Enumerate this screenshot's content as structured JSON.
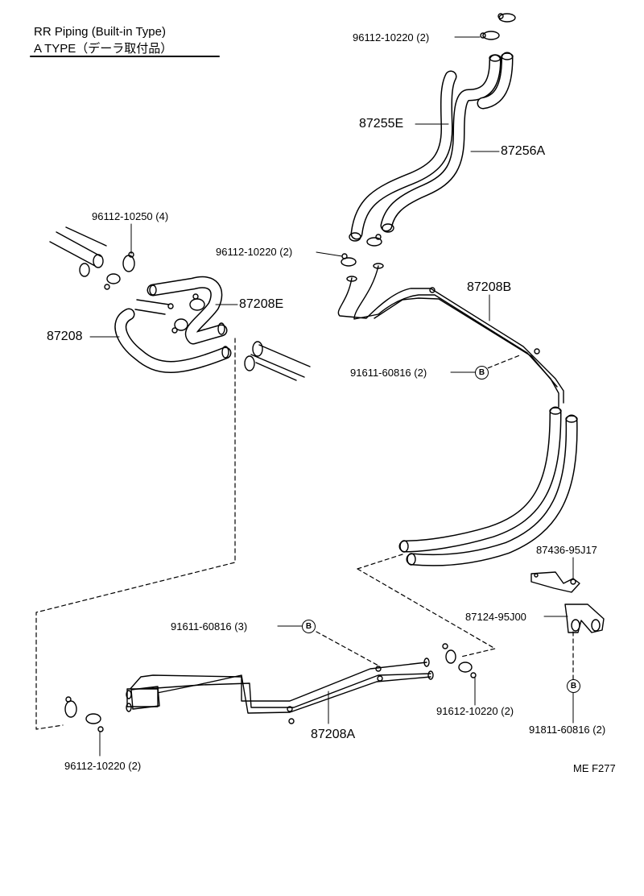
{
  "title": {
    "line1": "RR  Piping (Built-in Type)",
    "line2": "A  TYPE（デーラ取付品）"
  },
  "callouts": [
    {
      "id": "c1",
      "text": "96112-10220 (2)"
    },
    {
      "id": "c2",
      "text": "87255E"
    },
    {
      "id": "c3",
      "text": "87256A"
    },
    {
      "id": "c4",
      "text": "96112-10250 (4)"
    },
    {
      "id": "c5",
      "text": "96112-10220 (2)"
    },
    {
      "id": "c6",
      "text": "87208B"
    },
    {
      "id": "c7",
      "text": "87208E"
    },
    {
      "id": "c8",
      "text": "87208"
    },
    {
      "id": "c9",
      "text": "91611-60816 (2)"
    },
    {
      "id": "c10",
      "text": "87436-95J17"
    },
    {
      "id": "c11",
      "text": "87124-95J00"
    },
    {
      "id": "c12",
      "text": "91611-60816 (3)"
    },
    {
      "id": "c13",
      "text": "91612-10220 (2)"
    },
    {
      "id": "c14",
      "text": "87208A"
    },
    {
      "id": "c15",
      "text": "91811-60816 (2)"
    },
    {
      "id": "c16",
      "text": "96112-10220 (2)"
    }
  ],
  "badge_letter": "B",
  "figure_code": "ME  F277"
}
